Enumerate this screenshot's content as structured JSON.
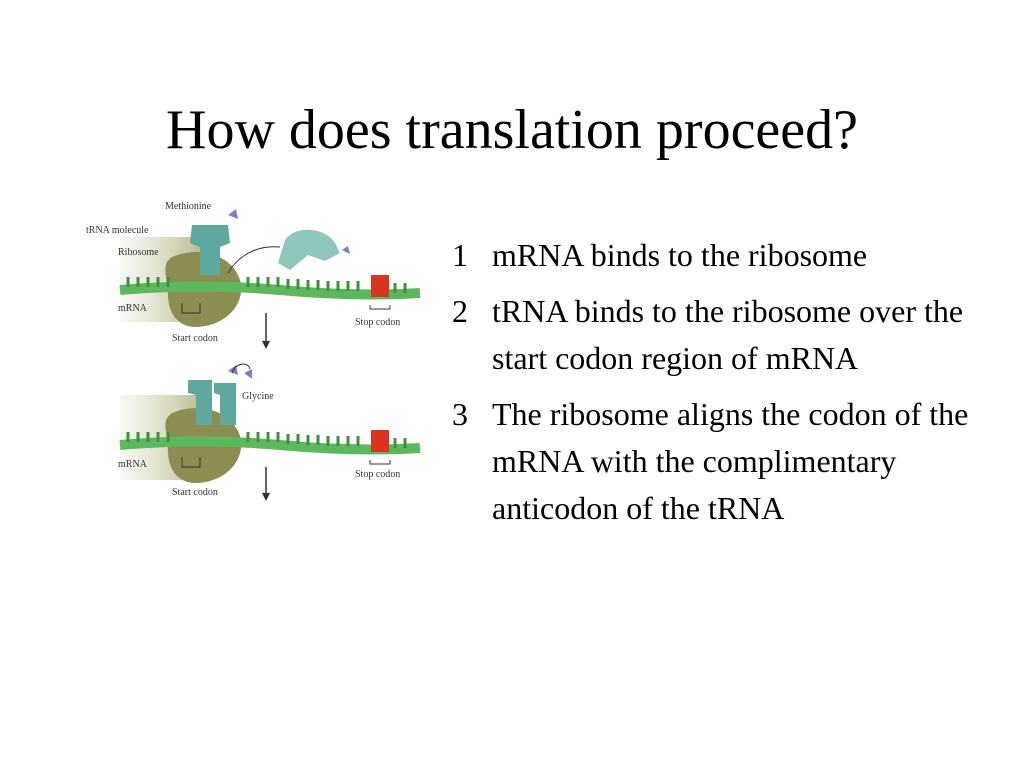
{
  "slide": {
    "title": "How does translation proceed?"
  },
  "figure": {
    "labels": {
      "methionine": "Methionine",
      "trna_molecule": "tRNA  molecule",
      "ribosome": "Ribosome",
      "mrna_top": "mRNA",
      "start_codon_top": "Start codon",
      "stop_codon_top": "Stop codon",
      "glycine": "Glycine",
      "mrna_bottom": "mRNA",
      "start_codon_bottom": "Start codon",
      "stop_codon_bottom": "Stop codon"
    },
    "colors": {
      "mrna": "#5cb85c",
      "mrna_dark": "#3f8f3f",
      "ribosome": "#8c8d52",
      "ribosome_shade": "#b3b486",
      "trna": "#5fa8a0",
      "amino_acid": "#7b7fc4",
      "stop_codon": "#d9341f"
    }
  },
  "steps": [
    {
      "number": "1",
      "text": "mRNA binds to the ribosome"
    },
    {
      "number": "2",
      "text": "tRNA binds to the ribosome over the start codon region of mRNA"
    },
    {
      "number": "3",
      "text": "The ribosome aligns the codon of the mRNA with the complimentary anticodon of the tRNA"
    }
  ]
}
